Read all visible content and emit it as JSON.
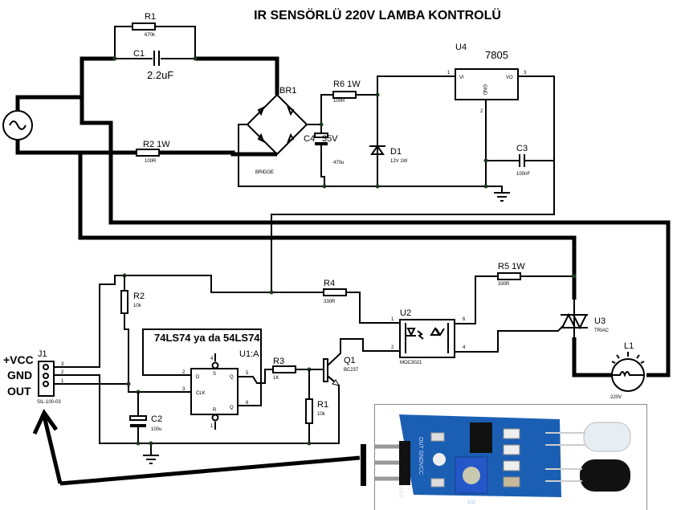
{
  "title": "IR SENSÖRLÜ 220V LAMBA KONTROLÜ",
  "components": {
    "r1_top": {
      "ref": "R1",
      "value": "670k"
    },
    "c1": {
      "ref": "C1",
      "value": "2.2uF"
    },
    "br1": {
      "ref": "BR1",
      "value": "BRIDGE"
    },
    "r2_top": {
      "ref": "R2  1W",
      "value": "100R"
    },
    "r6": {
      "ref": "R6  1W",
      "value": "100R"
    },
    "c4": {
      "ref": "C4",
      "rating": "35V",
      "value": "470u"
    },
    "d1": {
      "ref": "D1",
      "value": "12V 1W"
    },
    "u4": {
      "ref": "U4",
      "value": "7805",
      "pin_vi": "VI",
      "pin_vo": "VO",
      "pin_gnd": "GND",
      "pin1": "1",
      "pin2": "2",
      "pin3": "3"
    },
    "c3": {
      "ref": "C3",
      "value": "100nF"
    },
    "r2": {
      "ref": "R2",
      "value": "10k"
    },
    "r4": {
      "ref": "R4",
      "value": "330R"
    },
    "r5": {
      "ref": "R5  1W",
      "value": "330R"
    },
    "u2": {
      "ref": "U2",
      "value": "MOC3021",
      "pin1": "1",
      "pin2": "2",
      "pin4": "4",
      "pin6": "6"
    },
    "u3": {
      "ref": "U3",
      "value": "TRIAC"
    },
    "l1": {
      "ref": "L1",
      "value": "220V"
    },
    "ic_note": "74LS74 ya da 54LS74",
    "u1": {
      "ref": "U1:A",
      "pin_d": "D",
      "pin_clk": "CLK",
      "pin_q": "Q",
      "pin_qn": "Q",
      "pin_s": "S",
      "pin_r": "R",
      "pin2": "2",
      "pin3": "3",
      "pin4": "4",
      "pin1": "1",
      "pin5": "5",
      "pin6": "6"
    },
    "r3": {
      "ref": "R3",
      "value": "1K"
    },
    "q1": {
      "ref": "Q1",
      "value": "BC237"
    },
    "r1": {
      "ref": "R1",
      "value": "10k"
    },
    "c2": {
      "ref": "C2",
      "value": "100u"
    },
    "j1": {
      "ref": "J1",
      "value": "SIL-100-03",
      "pin3": "3",
      "pin2": "2",
      "pin1": "1"
    }
  },
  "connector_labels": {
    "vcc": "+VCC",
    "gnd": "GND",
    "out": "OUT"
  },
  "sensor_module": {
    "header_text": "OUT GNDVCC",
    "board_text": "MH-B",
    "pot_text": "102",
    "board_color": "#1a5fb4"
  }
}
